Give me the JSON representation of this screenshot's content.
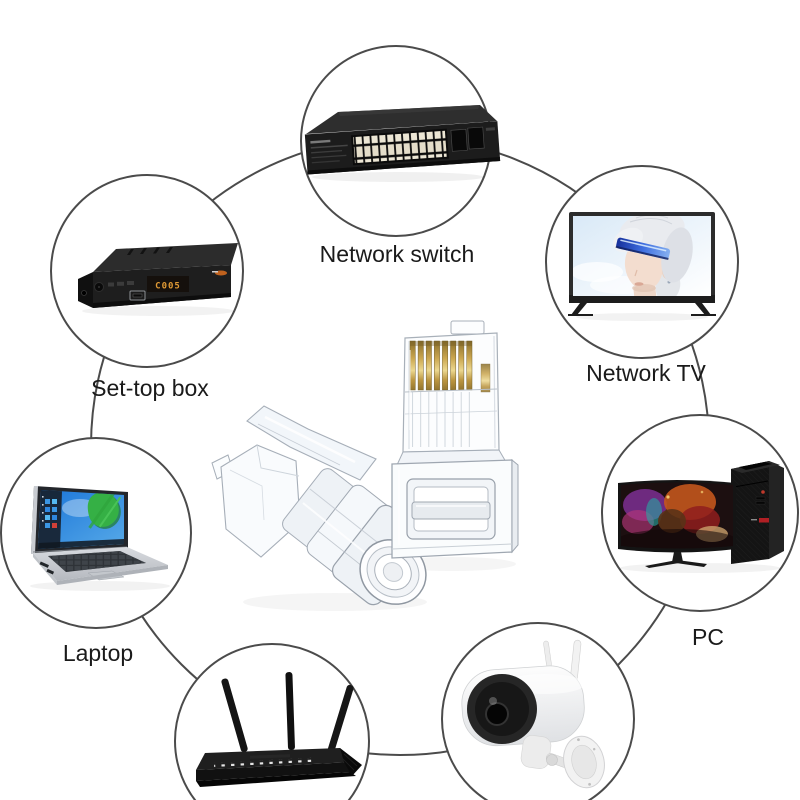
{
  "diagram_type": "product-compatibility-ring",
  "center_product": {
    "items": [
      "rj45-strain-relief-boot",
      "rj45-connector-plug"
    ],
    "material": "clear-transparent-plastic",
    "pin_color": "#c9a44e"
  },
  "devices": [
    {
      "id": "network-switch",
      "label": "Network switch"
    },
    {
      "id": "network-tv",
      "label": "Network TV"
    },
    {
      "id": "pc",
      "label": "PC"
    },
    {
      "id": "ip-camera",
      "label": ""
    },
    {
      "id": "wifi-router",
      "label": ""
    },
    {
      "id": "laptop",
      "label": "Laptop"
    },
    {
      "id": "set-top-box",
      "label": "Set-top box",
      "display_text": "C005"
    }
  ],
  "colors": {
    "background": "#ffffff",
    "ring_stroke": "#4b4b4b",
    "label_text": "#1a1a1a",
    "stb_display_digits": "#e09a35",
    "device_black": "#161616",
    "camera_white": "#f2f2f2",
    "visor_blue": "#2b4fd0",
    "splash_green": "#35b045",
    "laptop_screen_blue": "#1a74d8",
    "pc_red_accent": "#b01f24",
    "port_cream": "#ece6d4"
  }
}
